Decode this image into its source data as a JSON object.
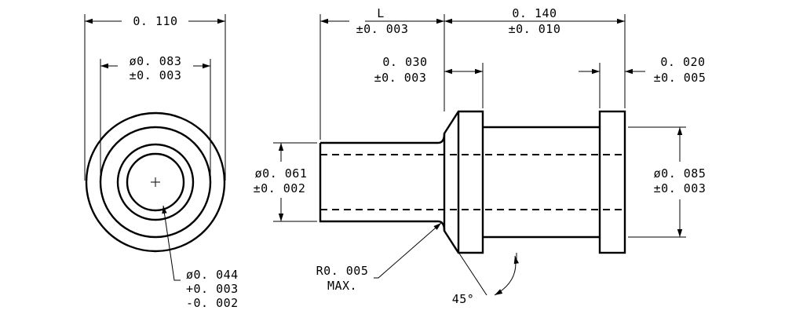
{
  "dims": {
    "width_overall": "0. 110",
    "bore_dia": "ø0. 083",
    "bore_tol": "±0. 003",
    "length_label": "L",
    "length_tol": "±0. 003",
    "flange_len": "0. 140",
    "flange_len_tol": "±0. 010",
    "collar_w": "0. 030",
    "collar_w_tol": "±0. 003",
    "rim_w": "0. 020",
    "rim_w_tol": "±0. 005",
    "shank_dia": "ø0. 061",
    "shank_tol": "±0. 002",
    "body_dia": "ø0. 085",
    "body_tol": "±0. 003",
    "hole_dia": "ø0. 044",
    "hole_tol_plus": "+0. 003",
    "hole_tol_minus": "-0. 002",
    "radius": "R0. 005",
    "radius_note": "MAX.",
    "chamfer_angle": "45°"
  }
}
